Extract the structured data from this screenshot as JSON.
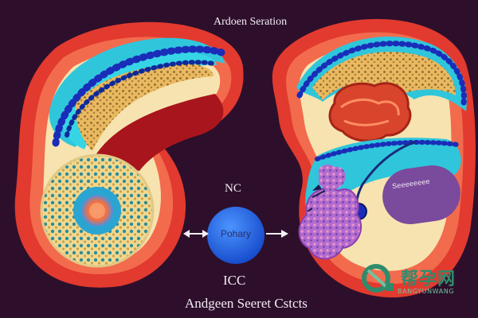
{
  "diagram": {
    "title": "Ardoen Seration",
    "center_top_label": "NC",
    "center_bubble_label": "Pohary",
    "center_bottom_label": "ICC",
    "bottom_caption": "Andgeen Seeret Cstcts",
    "right_organ_label": "Seeeeeeee"
  },
  "watermark": {
    "cn_text": "帮孕网",
    "en_text": "BANGYUNWANG"
  },
  "colors": {
    "background": "#2d0f2b",
    "outer_red": "#e23a2f",
    "tissue_cream": "#f7e3b0",
    "cyan_layer": "#2fc6dc",
    "blue_cells": "#1a2db8",
    "center_bubble": "#1e68e8"
  }
}
